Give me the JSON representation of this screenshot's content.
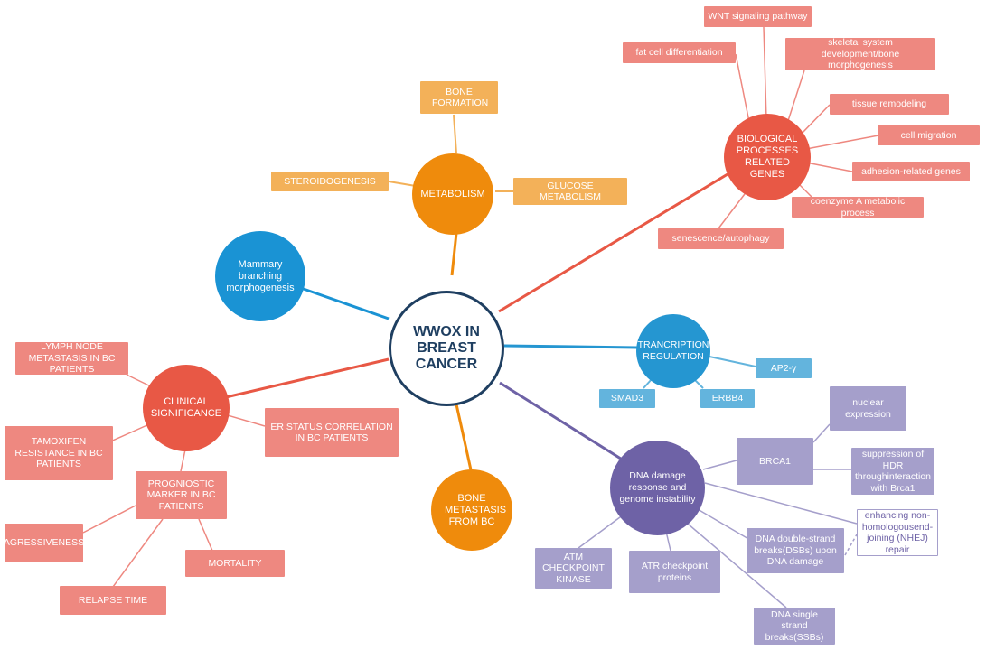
{
  "center": {
    "label": "WWOX IN BREAST CANCER"
  },
  "metabolism": {
    "label": "METABOLISM",
    "children": [
      "BONE FORMATION",
      "STEROIDOGENESIS",
      "GLUCOSE METABOLISM"
    ]
  },
  "bio": {
    "label": "BIOLOGICAL PROCESSES RELATED GENES",
    "children": [
      "WNT signaling pathway",
      "fat cell differentiation",
      "skeletal system development/bone morphogenesis",
      "tissue remodeling",
      "cell migration",
      "adhesion-related genes",
      "coenzyme A metabolic process",
      "senescence/autophagy"
    ]
  },
  "mammary": {
    "label": "Mammary branching morphogenesis"
  },
  "transcription": {
    "label": "TRANCRIPTION REGULATION",
    "children": [
      "AP2-γ",
      "SMAD3",
      "ERBB4"
    ]
  },
  "clinical": {
    "label": "CLINICAL SIGNIFICANCE",
    "children": [
      "LYMPH NODE METASTASIS IN BC PATIENTS",
      "TAMOXIFEN RESISTANCE IN BC PATIENTS",
      "ER STATUS CORRELATION IN BC PATIENTS",
      "PROGNIOSTIC MARKER IN BC PATIENTS"
    ],
    "prognostic_children": [
      "AGRESSIVENESS",
      "MORTALITY",
      "RELAPSE TIME"
    ]
  },
  "bone_metastasis": {
    "label": "BONE METASTASIS FROM BC"
  },
  "dna": {
    "label": "DNA damage response and genome instability",
    "children": [
      "BRCA1",
      "ATM CHECKPOINT KINASE",
      "ATR checkpoint proteins",
      "DNA double-strand breaks(DSBs)  upon DNA damage",
      "DNA single strand breaks(SSBs)"
    ],
    "brca1_children": [
      "nuclear expression",
      "suppression of HDR throughinteraction with Brca1"
    ],
    "dsb_child": "enhancing non-homologousend-joining (NHEJ) repair"
  },
  "colors": {
    "center_border": "#1f3f61",
    "metabolism": "#ef8b0c",
    "metabolism_light": "#f3b159",
    "bio": "#e85845",
    "salmon_light": "#ee8880",
    "mammary": "#1a93d4",
    "transcription": "#2596d1",
    "blue_light": "#63b4dd",
    "clinical": "#e85845",
    "bone_metastasis": "#ef8b0c",
    "dna": "#6e62a6",
    "purple_light": "#a59fcb"
  }
}
